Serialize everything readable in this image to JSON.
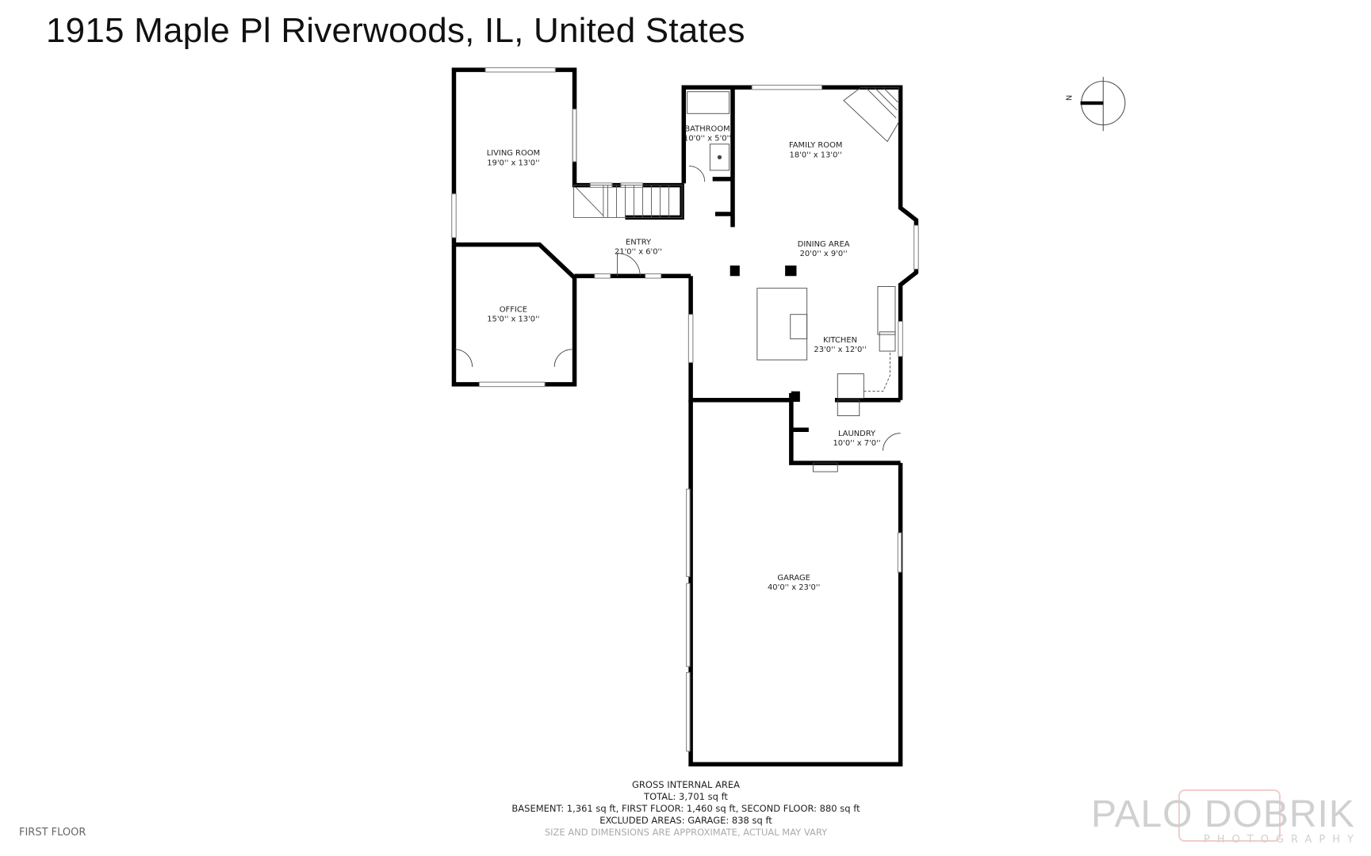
{
  "title": "1915 Maple Pl Riverwoods, IL, United States",
  "floor_label": "FIRST FLOOR",
  "rooms": [
    {
      "name": "LIVING ROOM",
      "size": "19'0'' x 13'0''"
    },
    {
      "name": "OFFICE",
      "size": "15'0'' x 13'0''"
    },
    {
      "name": "ENTRY",
      "size": "21'0'' x 6'0''"
    },
    {
      "name": "BATHROOM",
      "size": "10'0'' x 5'0''"
    },
    {
      "name": "FAMILY ROOM",
      "size": "18'0'' x 13'0''"
    },
    {
      "name": "DINING AREA",
      "size": "20'0'' x 9'0''"
    },
    {
      "name": "KITCHEN",
      "size": "23'0'' x 12'0''"
    },
    {
      "name": "LAUNDRY",
      "size": "10'0'' x 7'0''"
    },
    {
      "name": "GARAGE",
      "size": "40'0'' x 23'0''"
    }
  ],
  "summary": {
    "heading": "GROSS INTERNAL AREA",
    "total": "TOTAL: 3,701 sq ft",
    "floors": "BASEMENT: 1,361 sq ft, FIRST FLOOR: 1,460 sq ft, SECOND FLOOR: 880 sq ft",
    "excluded": "EXCLUDED AREAS: GARAGE: 838 sq ft",
    "disclaimer": "SIZE AND DIMENSIONS ARE APPROXIMATE, ACTUAL MAY VARY"
  },
  "compass": {
    "label": "N",
    "icon": "north-arrow-icon"
  },
  "logo": {
    "main": "PALO DOBRIK",
    "sub": "PHOTOGRAPHY"
  }
}
